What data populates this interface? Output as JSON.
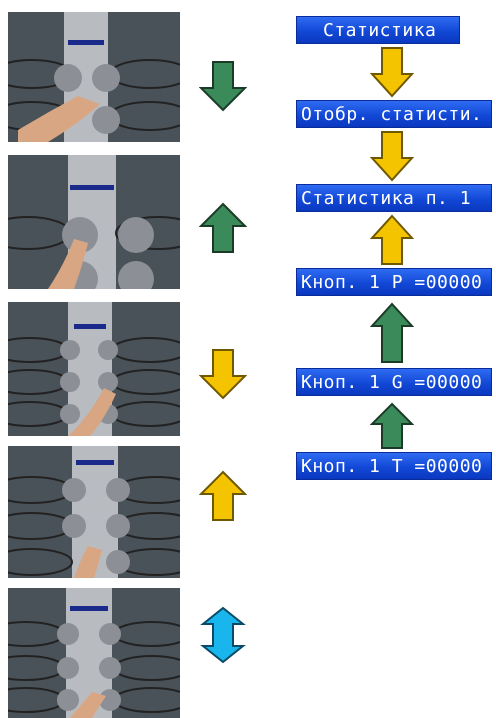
{
  "colors": {
    "green_arrow": "#3a8a5a",
    "yellow_arrow": "#f5c400",
    "cyan_arrow": "#19b6ee",
    "lcd_blue": "#1248d6",
    "lcd_text": "#ffffff"
  },
  "steps": [
    {
      "photo": "finger-press-image",
      "arrow": "down",
      "arrow_color": "green"
    },
    {
      "photo": "finger-press-image",
      "arrow": "up",
      "arrow_color": "green"
    },
    {
      "photo": "finger-press-image",
      "arrow": "down",
      "arrow_color": "yellow"
    },
    {
      "photo": "finger-press-image",
      "arrow": "up",
      "arrow_color": "yellow"
    },
    {
      "photo": "finger-press-image",
      "arrow": "up-down",
      "arrow_color": "cyan"
    }
  ],
  "lcd_screens": [
    {
      "text": "Статистика"
    },
    {
      "text": "Отобр. статисти."
    },
    {
      "text": "Статистика п.  1"
    },
    {
      "text": "Кноп. 1 P =00000"
    },
    {
      "text": "Кноп. 1 G =00000"
    },
    {
      "text": "Кноп. 1 T =00000"
    }
  ],
  "flow_arrows": [
    {
      "direction": "down",
      "color": "yellow"
    },
    {
      "direction": "down",
      "color": "yellow"
    },
    {
      "direction": "up",
      "color": "yellow"
    },
    {
      "direction": "up",
      "color": "green"
    },
    {
      "direction": "up",
      "color": "green"
    }
  ]
}
